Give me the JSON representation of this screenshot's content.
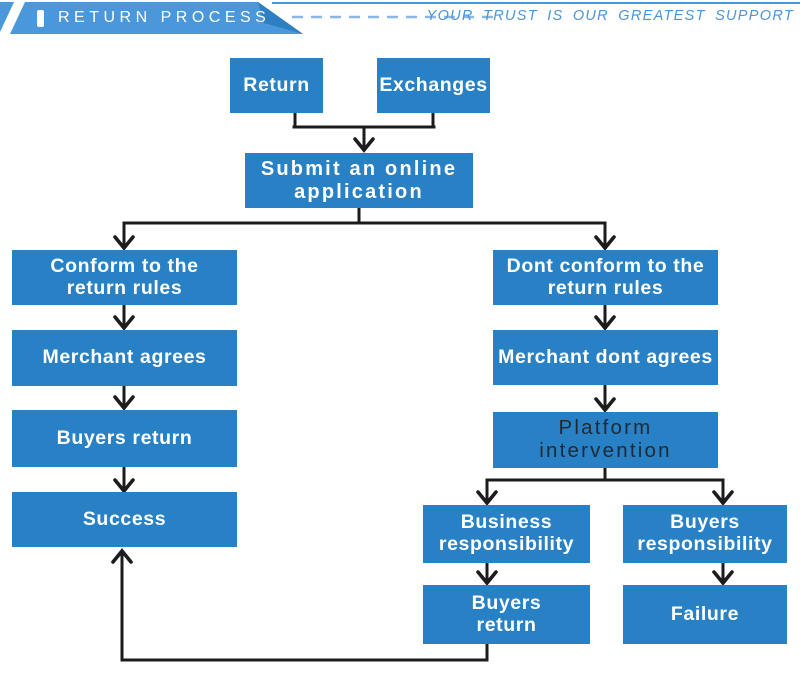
{
  "header": {
    "title": "RETURN PROCESS",
    "tagline": "YOUR TRUST IS OUR GREATEST SUPPORT"
  },
  "colors": {
    "box_blue": "#2981c5",
    "banner_blue": "#4a97dc",
    "banner_fold": "#2e7ec2",
    "dash_blue": "#8ab7e6",
    "tagline_blue": "#4a94d8",
    "line_dark": "#1c1c1c",
    "platform_text": "#1e2a36"
  },
  "flowchart": {
    "nodes": [
      {
        "id": "return",
        "label": "Return"
      },
      {
        "id": "exchanges",
        "label": "Exchanges"
      },
      {
        "id": "submit",
        "label": "Submit an online\napplication"
      },
      {
        "id": "conform",
        "label": "Conform to the\nreturn rules"
      },
      {
        "id": "dont-conform",
        "label": "Dont conform to the\nreturn rules"
      },
      {
        "id": "merchant-agrees",
        "label": "Merchant agrees"
      },
      {
        "id": "merchant-dont-agrees",
        "label": "Merchant dont agrees"
      },
      {
        "id": "buyers-return-left",
        "label": "Buyers return"
      },
      {
        "id": "platform-intervention",
        "label": "Platform\nintervention"
      },
      {
        "id": "success",
        "label": "Success"
      },
      {
        "id": "business-responsibility",
        "label": "Business\nresponsibility"
      },
      {
        "id": "buyers-responsibility",
        "label": "Buyers\nresponsibility"
      },
      {
        "id": "buyers-return-bottom",
        "label": "Buyers\nreturn"
      },
      {
        "id": "failure",
        "label": "Failure"
      }
    ]
  }
}
